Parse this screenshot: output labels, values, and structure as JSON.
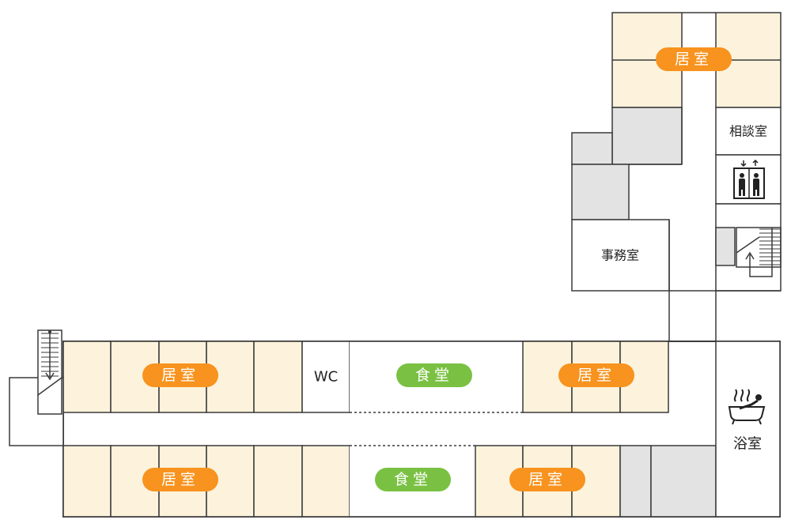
{
  "labels": {
    "room": "居室",
    "dining": "食堂",
    "wc": "WC",
    "consultation": "相談室",
    "office": "事務室",
    "bath": "浴室"
  },
  "icons": [
    "elevator-icon",
    "bath-icon",
    "stairs-icon"
  ],
  "colors": {
    "room_fill": "#fdf3dc",
    "room_badge": "#f7931e",
    "dining_badge": "#7ac143",
    "storage_fill": "#e3e3e3",
    "wall": "#3a3a3a"
  }
}
